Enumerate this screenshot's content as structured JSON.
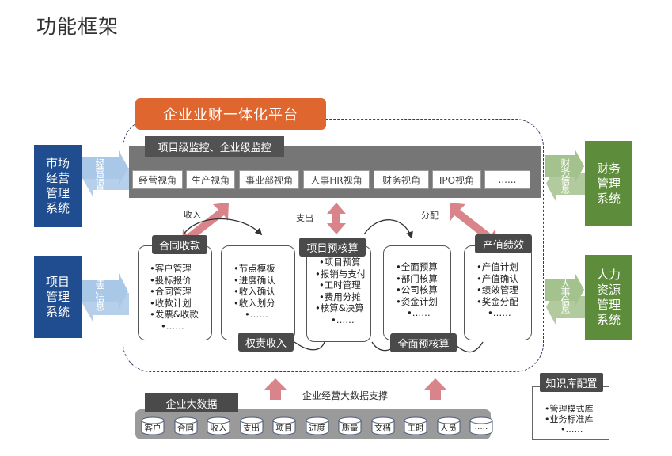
{
  "page_title": "功能框架",
  "platform": {
    "title": "企业业财一体化平台",
    "monitor_title": "项目级监控、企业级监控",
    "view_tabs": [
      "经营视角",
      "生产视角",
      "事业部视角",
      "人事HR视角",
      "财务视角",
      "IPO视角",
      "......"
    ]
  },
  "left_systems": [
    {
      "label": "市场经营管理系统",
      "lines": [
        "市场",
        "经营",
        "管理",
        "系统"
      ],
      "flow": "经营信息"
    },
    {
      "label": "项目管理系统",
      "lines": [
        "项目",
        "管理",
        "系统"
      ],
      "flow": "生产信息"
    }
  ],
  "right_systems": [
    {
      "label": "财务管理系统",
      "lines": [
        "财务",
        "管理",
        "系统"
      ],
      "flow": "财务信息"
    },
    {
      "label": "人力资源管理系统",
      "lines": [
        "人力",
        "资源",
        "管理",
        "系统"
      ],
      "flow": "人事信息"
    }
  ],
  "flow_labels": {
    "income": "收入",
    "expense": "支出",
    "distribution": "分配"
  },
  "modules": {
    "contract": {
      "title": "合同收款",
      "items": [
        "•客户管理",
        "•投标报价",
        "•合同管理",
        "•收款计划",
        "•发票&收款",
        "•……"
      ]
    },
    "rights": {
      "title": "权责收入",
      "items": [
        "•节点模板",
        "•进度确认",
        "•收入确认",
        "•收入划分",
        "•……"
      ]
    },
    "project_budget": {
      "title": "项目预核算",
      "items": [
        "•项目预算",
        "•报销与支付",
        "•工时管理",
        "•费用分摊",
        "•核算&决算",
        "•……"
      ]
    },
    "full_budget": {
      "title": "全面预核算",
      "items": [
        "•全面预算",
        "•部门核算",
        "•公司核算",
        "•资金计划",
        "•……"
      ]
    },
    "performance": {
      "title": "产值绩效",
      "items": [
        "•产值计划",
        "•产值确认",
        "•绩效管理",
        "•奖金分配",
        "•……"
      ]
    }
  },
  "bigdata": {
    "title": "企业大数据",
    "support_label": "企业经营大数据支撑",
    "sources": [
      "客户",
      "合同",
      "收入",
      "支出",
      "项目",
      "进度",
      "质量",
      "文档",
      "工时",
      "人员",
      "....."
    ]
  },
  "knowledge_base": {
    "title": "知识库配置",
    "items": [
      "•管理模式库",
      "•业务标准库",
      "•……"
    ]
  },
  "colors": {
    "accent": "#e0662f",
    "blue": "#1f4d8f",
    "green": "#5d8c3a",
    "arrow": "#d9848a",
    "flow_arrow": "#a9c7e6"
  }
}
